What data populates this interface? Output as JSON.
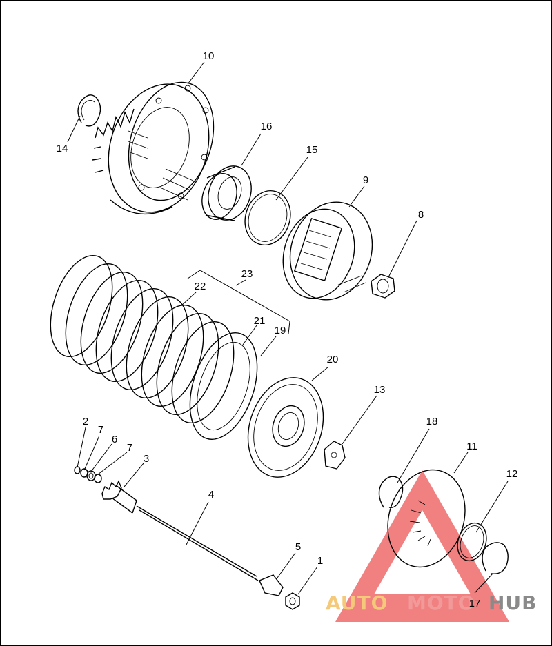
{
  "labels": {
    "p10": "10",
    "p14": "14",
    "p16": "16",
    "p15": "15",
    "p9": "9",
    "p8": "8",
    "p23": "23",
    "p22": "22",
    "p21": "21",
    "p19": "19",
    "p20": "20",
    "p13": "13",
    "p18": "18",
    "p11": "11",
    "p12": "12",
    "p17": "17",
    "p2": "2",
    "p7a": "7",
    "p6": "6",
    "p7b": "7",
    "p3": "3",
    "p4": "4",
    "p5": "5",
    "p1": "1"
  },
  "watermark": {
    "part_auto": "AUTO",
    "part_moto": "MOTO",
    "part_hub": "HUB",
    "colors": {
      "auto": "#f5c97a",
      "moto": "#f29a9a",
      "hub": "#8a8a8a",
      "triangle": "#ef6b6b"
    }
  }
}
